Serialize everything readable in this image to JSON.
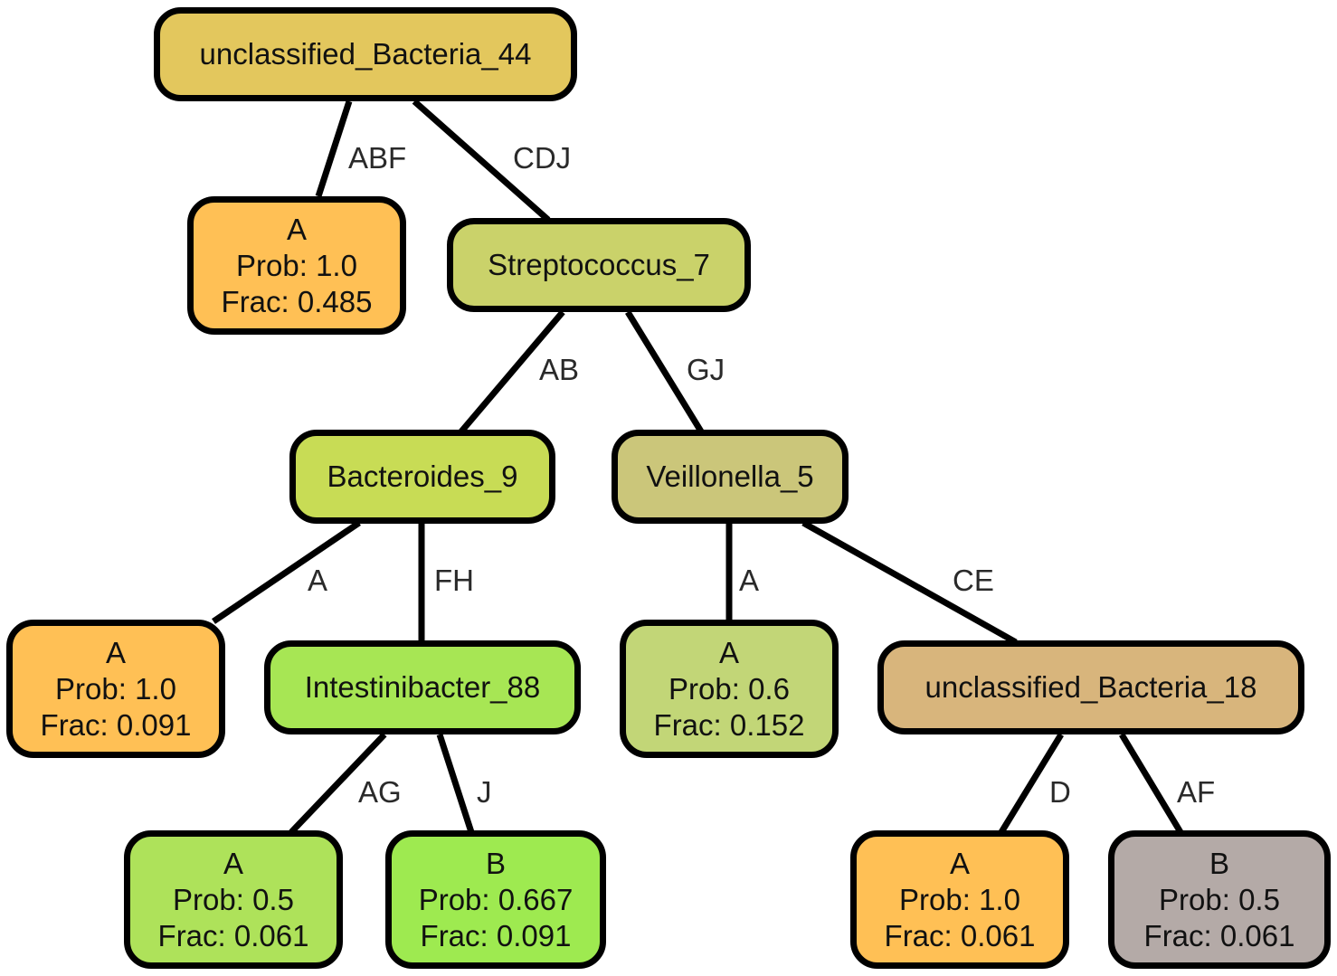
{
  "colors": {
    "edge": "#000000",
    "n_root": "#E3C75D",
    "n_leaf_a1": "#FFC055",
    "n_strep": "#CAD26A",
    "n_bact": "#C8DC55",
    "n_veil": "#CBC67A",
    "n_leaf_a2": "#FFC055",
    "n_intes": "#A7E654",
    "n_leaf_a3": "#C2D677",
    "n_unc18": "#D8B57C",
    "n_leaf_a4": "#AEE25A",
    "n_leaf_b1": "#9EEA50",
    "n_leaf_a5": "#FFC055",
    "n_leaf_b2": "#B4AAA7"
  },
  "nodes": {
    "root": {
      "label": "unclassified_Bacteria_44"
    },
    "leaf1": {
      "class": "A",
      "prob": "Prob: 1.0",
      "frac": "Frac: 0.485"
    },
    "strep": {
      "label": "Streptococcus_7"
    },
    "bact": {
      "label": "Bacteroides_9"
    },
    "veil": {
      "label": "Veillonella_5"
    },
    "leaf2": {
      "class": "A",
      "prob": "Prob: 1.0",
      "frac": "Frac: 0.091"
    },
    "intes": {
      "label": "Intestinibacter_88"
    },
    "leaf3": {
      "class": "A",
      "prob": "Prob: 0.6",
      "frac": "Frac: 0.152"
    },
    "unc18": {
      "label": "unclassified_Bacteria_18"
    },
    "leaf4": {
      "class": "A",
      "prob": "Prob: 0.5",
      "frac": "Frac: 0.061"
    },
    "leaf5": {
      "class": "B",
      "prob": "Prob: 0.667",
      "frac": "Frac: 0.091"
    },
    "leaf6": {
      "class": "A",
      "prob": "Prob: 1.0",
      "frac": "Frac: 0.061"
    },
    "leaf7": {
      "class": "B",
      "prob": "Prob: 0.5",
      "frac": "Frac: 0.061"
    }
  },
  "edges": {
    "root_leaf1": "ABF",
    "root_strep": "CDJ",
    "strep_bact": "AB",
    "strep_veil": "GJ",
    "bact_leaf2": "A",
    "bact_intes": "FH",
    "veil_leaf3": "A",
    "veil_unc18": "CE",
    "intes_leaf4": "AG",
    "intes_leaf5": "J",
    "unc18_leaf6": "D",
    "unc18_leaf7": "AF"
  }
}
